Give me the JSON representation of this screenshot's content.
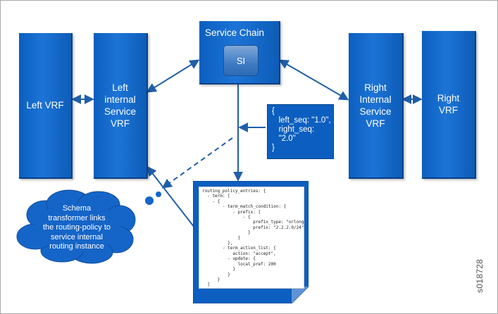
{
  "nodes": {
    "left_vrf": "Left VRF",
    "left_internal": "Left\ninternal\nService\nVRF",
    "service_chain": "Service Chain",
    "service_instance": "SI",
    "right_internal": "Right\nInternal\nService\nVRF",
    "right_vrf": "Right\nVRF"
  },
  "json_box": {
    "lines": [
      "{",
      "   left_seq: \"1.0\",",
      "   right_seq:",
      "   \"2.0\"",
      "}"
    ]
  },
  "cloud_callout": "Schema\ntransformer links\nthe routing-policy to\nservice internal\nrouting instance",
  "policy_document": {
    "lines": [
      {
        "text": "routing_policy_entries: {",
        "kind": "code"
      },
      {
        "text": "  - term: [",
        "kind": "code"
      },
      {
        "text": "    - {",
        "kind": "code"
      },
      {
        "text": "        - term_match_condition: {",
        "kind": "code"
      },
      {
        "text": "            - prefix: [",
        "kind": "code"
      },
      {
        "text": "                - {",
        "kind": "code"
      },
      {
        "text": "                    prefix_type: \"orlonger\",",
        "kind": "code"
      },
      {
        "text": "                    prefix: \"2.2.2.0/24\"",
        "kind": "code"
      },
      {
        "text": "                  }",
        "kind": "code"
      },
      {
        "text": "              ]",
        "kind": "code"
      },
      {
        "text": "          },",
        "kind": "code"
      },
      {
        "text": "        - term_action_list: {",
        "kind": "code"
      },
      {
        "text": "            action: \"accept\",",
        "kind": "code"
      },
      {
        "text": "          - update: {",
        "kind": "code"
      },
      {
        "text": "              local_pref: 200",
        "kind": "code"
      },
      {
        "text": "            }",
        "kind": "code"
      },
      {
        "text": "          }",
        "kind": "code"
      },
      {
        "text": "      }",
        "kind": "code"
      },
      {
        "text": "  ]",
        "kind": "code"
      },
      {
        "text": "}",
        "kind": "code"
      }
    ]
  },
  "figure_id": "s018728",
  "colors": {
    "box_blue": "#1d74d6",
    "cloud_blue": "#1565c8",
    "connector": "#1f5fa8"
  }
}
